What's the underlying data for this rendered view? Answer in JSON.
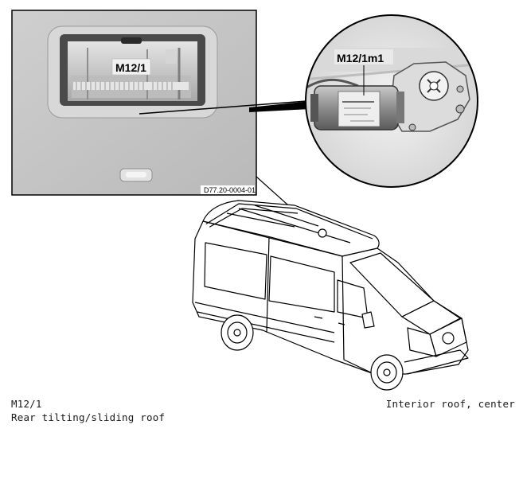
{
  "photo": {
    "callout_label": "M12/1",
    "reference_code": "D77.20-0004-01"
  },
  "detail": {
    "callout_label": "M12/1m1"
  },
  "caption": {
    "component_code": "M12/1",
    "component_name": "Rear tilting/sliding roof",
    "location": "Interior roof, center"
  }
}
